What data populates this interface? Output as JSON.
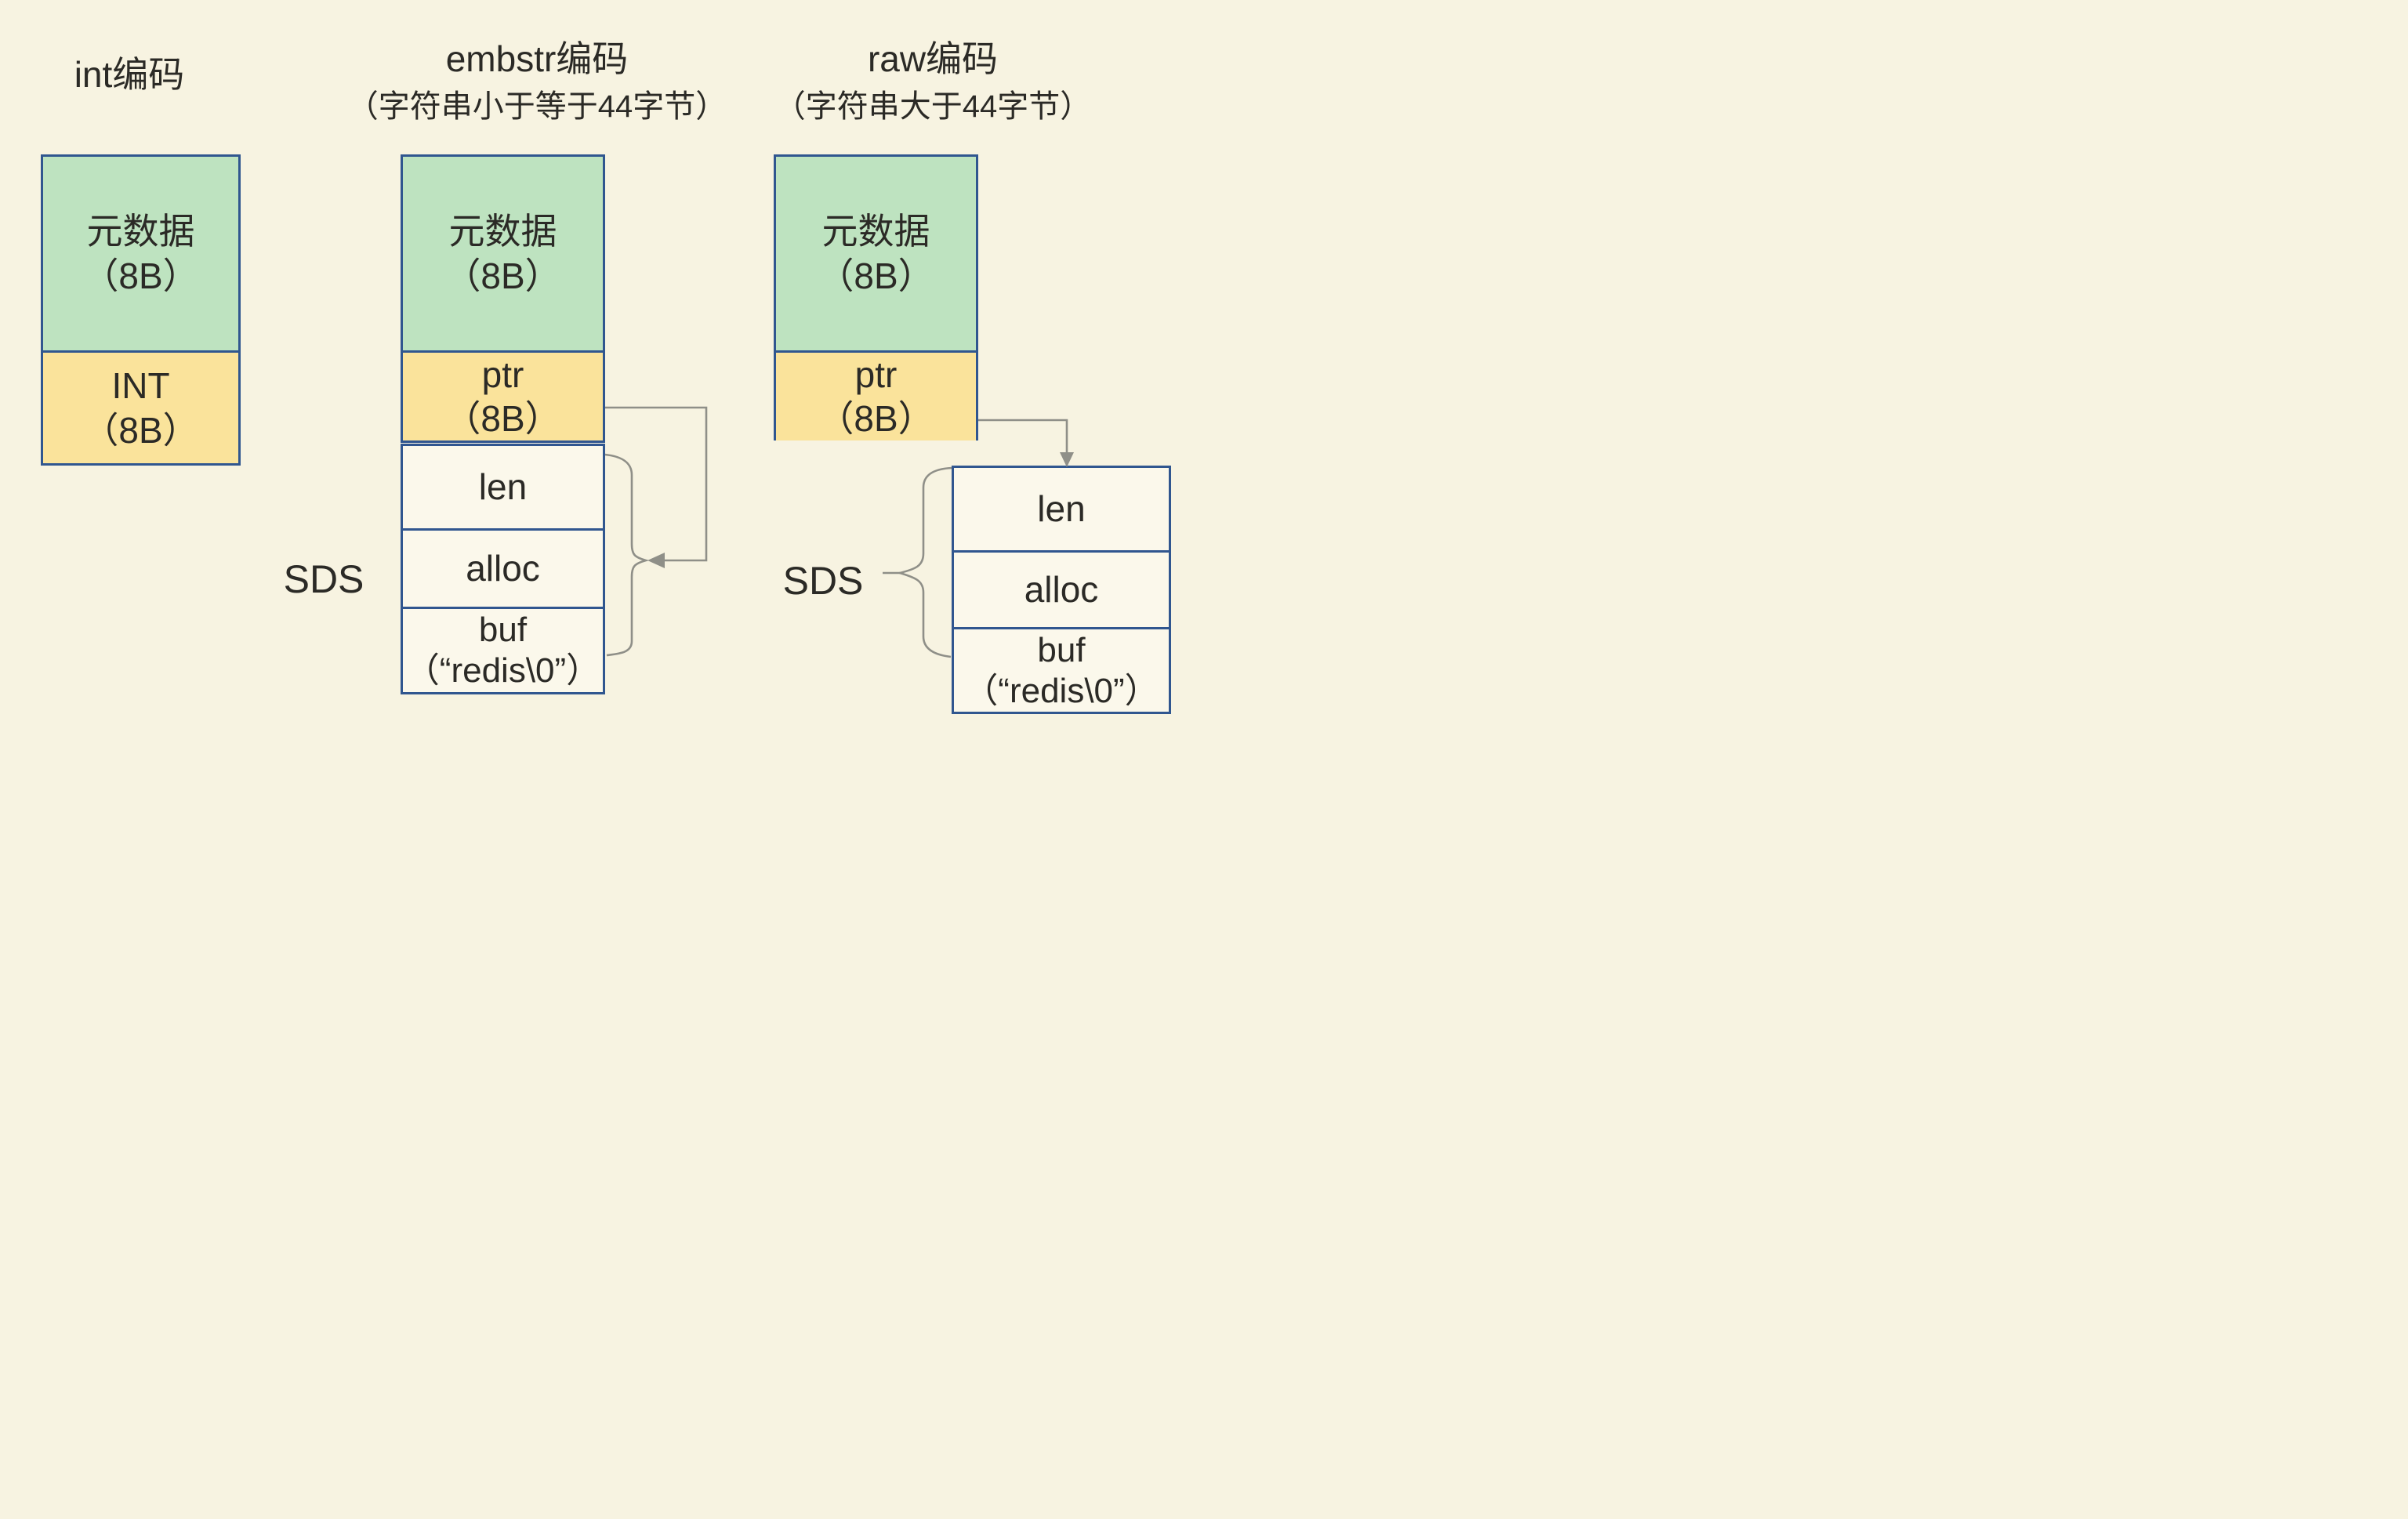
{
  "titles": {
    "int": "int编码",
    "embstr": [
      "embstr编码",
      "（字符串小于等于44字节）"
    ],
    "raw": [
      "raw编码",
      "（字符串大于44字节）"
    ]
  },
  "cells": {
    "metadata": [
      "元数据",
      "（8B）"
    ],
    "int_field": [
      "INT",
      "（8B）"
    ],
    "ptr_field": [
      "ptr",
      "（8B）"
    ]
  },
  "sds": {
    "label": "SDS",
    "len": "len",
    "alloc": "alloc",
    "buf": [
      "buf",
      "（“redis\\0”）"
    ]
  },
  "colors": {
    "background": "#F7F3E1",
    "box_fill": "#FBF8EB",
    "metadata_green": "#BEE3C0",
    "field_yellow": "#FAE39B",
    "border_blue": "#30568F",
    "connector_gray": "#8F8F88",
    "text": "#2B2A26"
  }
}
